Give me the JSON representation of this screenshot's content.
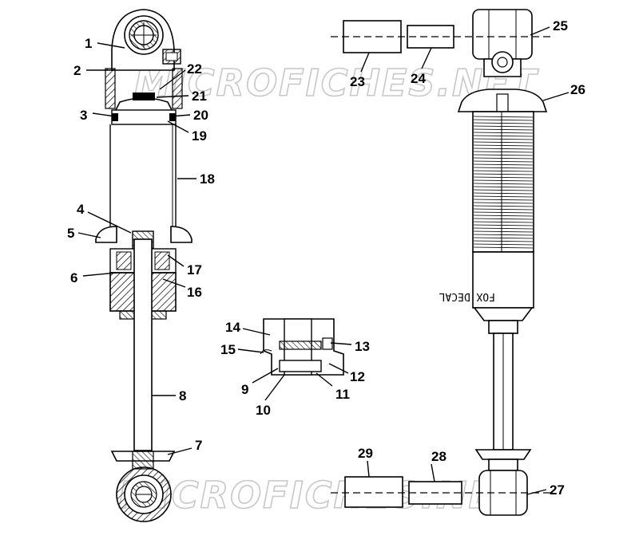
{
  "watermark": "MICROFICHES.NET",
  "decal_text": "FOX DECAL",
  "callouts": [
    "1",
    "2",
    "3",
    "4",
    "5",
    "6",
    "7",
    "8",
    "9",
    "10",
    "11",
    "12",
    "13",
    "14",
    "15",
    "16",
    "17",
    "18",
    "19",
    "20",
    "21",
    "22",
    "23",
    "24",
    "25",
    "26",
    "27",
    "28",
    "29"
  ]
}
